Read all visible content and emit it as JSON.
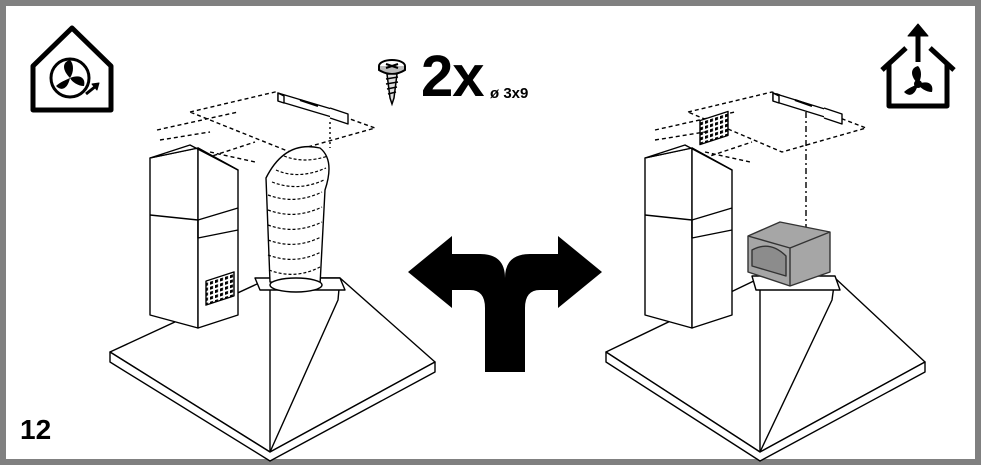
{
  "step_number": "12",
  "screw": {
    "quantity": "2x",
    "size": "ø 3x9"
  },
  "colors": {
    "frame": "#808080",
    "line": "#000000",
    "filter": "#a6a6a6"
  },
  "icons": {
    "left": "recirculation-mode-icon",
    "right": "extraction-mode-icon",
    "center": "choice-arrow-icon"
  }
}
